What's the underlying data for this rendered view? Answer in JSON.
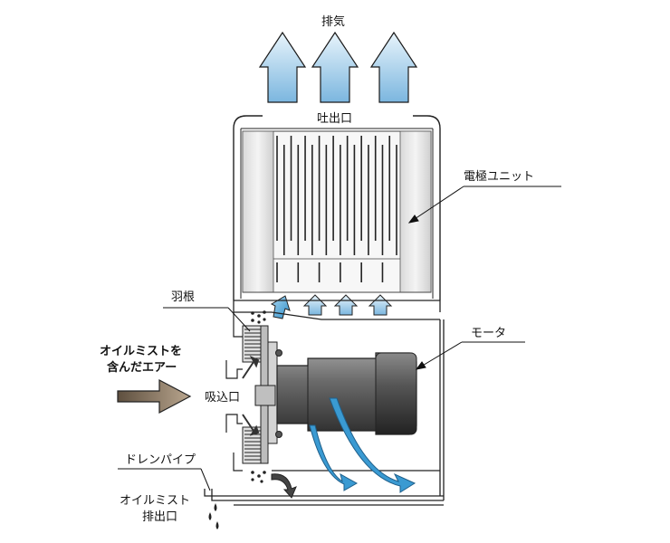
{
  "labels": {
    "exhaust": "排気",
    "outlet": "吐出口",
    "electrode_unit": "電極ユニット",
    "fan": "羽根",
    "oil_mist_air_line1": "オイルミストを",
    "oil_mist_air_line2": "含んだエアー",
    "intake": "吸込口",
    "motor": "モータ",
    "drain_pipe": "ドレンパイプ",
    "oil_mist_outlet_line1": "オイルミスト",
    "oil_mist_outlet_line2": "排出口"
  },
  "colors": {
    "airflow_up": "#8fc3e6",
    "airflow_deep": "#3a9ad2",
    "intake_arrow": "#7a6a55",
    "motor_body": "#5a5a5a",
    "housing": "#333333"
  }
}
